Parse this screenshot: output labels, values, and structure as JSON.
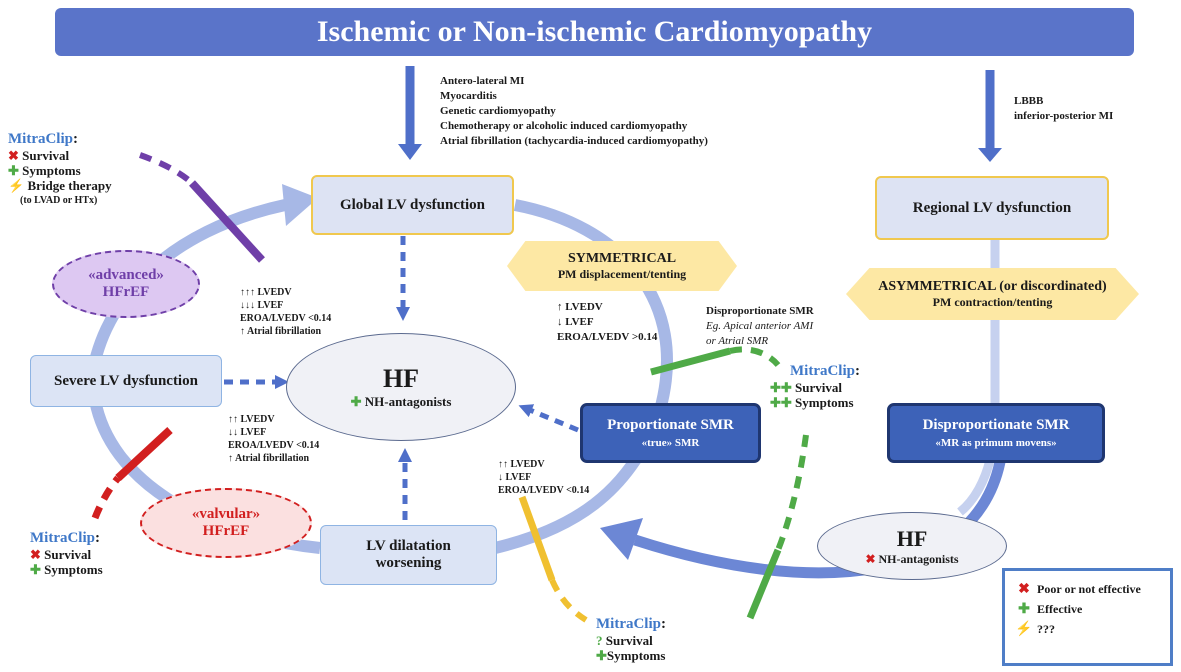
{
  "title": "Ischemic or Non-ischemic Cardiomyopathy",
  "causes_global": [
    "Antero-lateral MI",
    "Myocarditis",
    "Genetic cardiomyopathy",
    "Chemotherapy or alcoholic induced cardiomyopathy",
    "Atrial fibrillation (tachycardia-induced cardiomyopathy)"
  ],
  "causes_regional": [
    "LBBB",
    "inferior-posterior MI"
  ],
  "boxes": {
    "global_lv": "Global LV dysfunction",
    "regional_lv": "Regional LV dysfunction",
    "severe_lv": "Severe LV dysfunction",
    "lv_dilatation_1": "LV dilatation",
    "lv_dilatation_2": "worsening"
  },
  "hex_symmetrical": {
    "title": "SYMMETRICAL",
    "subtitle": "PM displacement/tenting"
  },
  "hex_asymmetrical": {
    "title": "ASYMMETRICAL (or discordinated)",
    "subtitle": "PM contraction/tenting"
  },
  "proportionate": {
    "title": "Proportionate SMR",
    "subtitle": "«true» SMR"
  },
  "disproportionate": {
    "title": "Disproportionate SMR",
    "subtitle": "«MR as primum movens»"
  },
  "hf_center": {
    "title": "HF",
    "sub": "NH-antagonists"
  },
  "hf_right": {
    "title": "HF",
    "sub": "NH-antagonists"
  },
  "advanced": {
    "line1": "«advanced»",
    "line2": "HFrEF"
  },
  "valvular": {
    "line1": "«valvular»",
    "line2": "HFrEF"
  },
  "params_upper_left": [
    "↑↑↑ LVEDV",
    "↓↓↓ LVEF",
    "EROA/LVEDV <0.14",
    "↑ Atrial fibrillation"
  ],
  "params_lower_left": [
    "↑↑ LVEDV",
    "↓↓ LVEF",
    "EROA/LVEDV <0.14",
    "↑ Atrial fibrillation"
  ],
  "params_mid": [
    "↑ LVEDV",
    "↓ LVEF",
    "EROA/LVEDV >0.14"
  ],
  "params_lower_mid": [
    "↑↑ LVEDV",
    "↓ LVEF",
    "EROA/LVEDV <0.14"
  ],
  "dispro_note": {
    "line1": "Disproportionate SMR",
    "line2": "Eg. Apical anterior AMI",
    "line3": "or Atrial SMR"
  },
  "mitraclip": {
    "name": "MitraClip",
    "upper_left": {
      "r1": "Survival",
      "r2": "Symptoms",
      "r3": "Bridge therapy",
      "r4": "(to LVAD or HTx)"
    },
    "lower_left": {
      "r1": "Survival",
      "r2": "Symptoms"
    },
    "middle_right": {
      "r1": "Survival",
      "r2": "Symptoms"
    },
    "bottom": {
      "r1": "Survival",
      "r2": "Symptoms"
    }
  },
  "legend": {
    "poor": "Poor or not effective",
    "effective": "Effective",
    "unknown": "???"
  },
  "colors": {
    "banner": "#5a74c9",
    "arrow": "#4f6fc9",
    "navy_box": "#3d62b8",
    "hex": "#fde8a4",
    "red": "#d21f1f",
    "green": "#4faa47",
    "purple": "#6f3fa8",
    "gold": "#f0c030"
  },
  "icons": {
    "poor": "cross-icon",
    "effective": "plus-icon",
    "unknown": "lightning-icon",
    "uncertain": "question-icon"
  }
}
